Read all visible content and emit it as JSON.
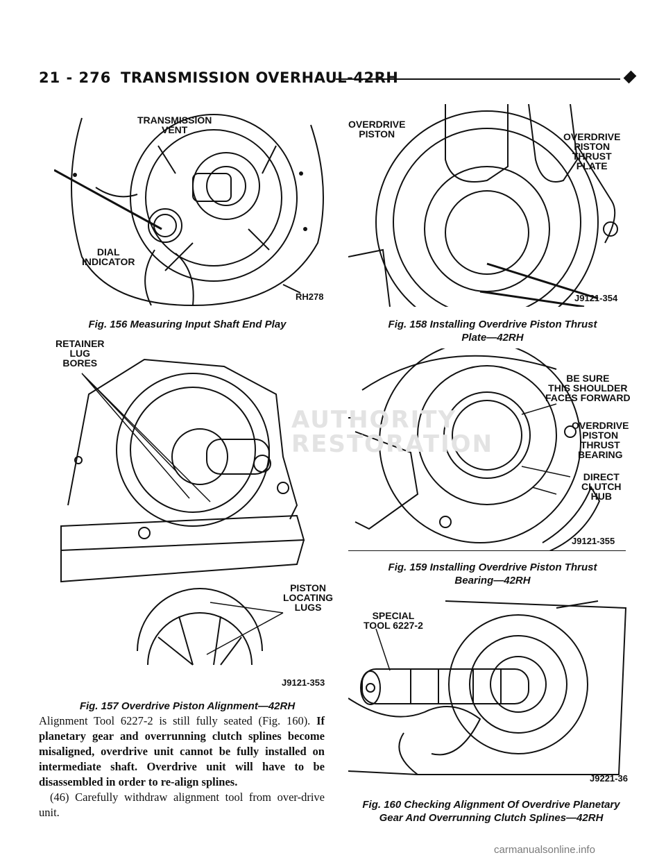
{
  "header": {
    "page_number": "21 - 276",
    "title": "TRANSMISSION OVERHAUL-42RH"
  },
  "figures": {
    "fig156": {
      "labels": {
        "vent": "TRANSMISSION\nVENT",
        "dial": "DIAL\nINDICATOR"
      },
      "code": "RH278",
      "caption": "Fig. 156 Measuring Input Shaft End Play"
    },
    "fig157": {
      "labels": {
        "retainer": "RETAINER\nLUG\nBORES",
        "lugs": "PISTON\nLOCATING\nLUGS"
      },
      "code": "J9121-353",
      "caption": "Fig. 157 Overdrive Piston Alignment—42RH"
    },
    "fig158": {
      "labels": {
        "piston": "OVERDRIVE\nPISTON",
        "plate": "OVERDRIVE\nPISTON\nTHRUST\nPLATE"
      },
      "code": "J9121-354",
      "caption": "Fig. 158 Installing Overdrive Piston Thrust\nPlate—42RH"
    },
    "fig159": {
      "labels": {
        "shoulder": "BE SURE\nTHIS SHOULDER\nFACES FORWARD",
        "bearing": "OVERDRIVE\nPISTON\nTHRUST\nBEARING",
        "hub": "DIRECT\nCLUTCH\nHUB"
      },
      "code": "J9121-355",
      "caption": "Fig. 159 Installing Overdrive Piston Thrust\nBearing—42RH"
    },
    "fig160": {
      "labels": {
        "tool": "SPECIAL\nTOOL 6227-2"
      },
      "code": "J9221-36",
      "caption": "Fig. 160 Checking Alignment Of Overdrive Planetary\nGear And Overrunning Clutch Splines—42RH"
    }
  },
  "body": {
    "para1_normal": "Alignment Tool 6227-2 is still fully seated (Fig. 160).",
    "para1_bold": "If planetary gear and overrunning clutch splines become misaligned, overdrive unit cannot be fully installed on intermediate shaft. Overdrive unit will have to be disassembled in order to re-align splines.",
    "para2": "(46) Carefully withdraw alignment tool from over-drive unit."
  },
  "watermark": {
    "line1": "AUTHORITY",
    "line2": "RESTORATION"
  },
  "footer": {
    "site": "carmanualsonline.info"
  }
}
